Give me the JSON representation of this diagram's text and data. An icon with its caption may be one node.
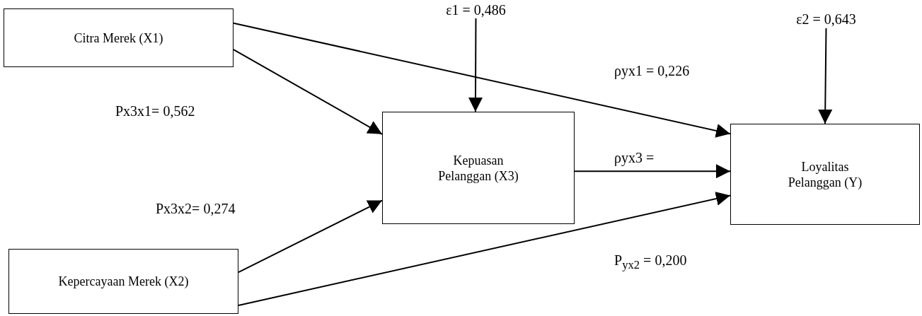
{
  "diagram": {
    "nodes": [
      {
        "text": [
          "ε1 = 0,486"
        ]
      },
      {
        "text": [
          "Citra Merek (X1)"
        ]
      },
      {
        "text": [
          "ε2 = 0,643"
        ]
      },
      {
        "text": [
          "Kepuasan Pelanggan (X3)"
        ]
      },
      {
        "text": [
          "Loyalitas Pelanggan (Y)"
        ]
      },
      {
        "text": [
          "Kepercayaan Merek (X2)"
        ]
      }
    ],
    "edges": [
      {
        "from": 0,
        "to": 3,
        "arrow": "to"
      },
      {
        "from": 1,
        "to": 3,
        "arrow": "to",
        "label": "Px3x1= 0,562"
      },
      {
        "from": 1,
        "to": 4,
        "arrow": "to",
        "label": "ρyx1 = 0,226"
      },
      {
        "from": 3,
        "to": 4,
        "arrow": "to",
        "label": "ρyx3 ="
      },
      {
        "from": 5,
        "to": 3,
        "arrow": "to",
        "label": "Px3x2= 0,274"
      },
      {
        "from": 5,
        "to": 4,
        "arrow": "to",
        "label": "P$_{yx2}$ = 0,200"
      },
      {
        "from": 2,
        "to": 4,
        "arrow": "to"
      }
    ]
  }
}
